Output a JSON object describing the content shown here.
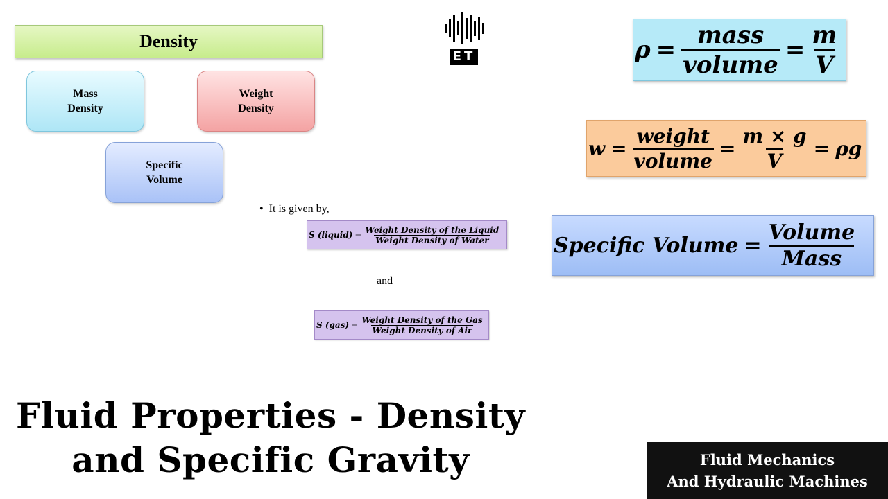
{
  "logo": {
    "text": "ET",
    "icon": "waveform-icon"
  },
  "diagram": {
    "header": "Density",
    "boxes": {
      "mass": "Mass\nDensity",
      "weight": "Weight\nDensity",
      "specific": "Specific\nVolume"
    }
  },
  "formulas": {
    "mass_density": {
      "lhs": "ρ",
      "op": "=",
      "num1": "mass",
      "den1": "volume",
      "op2": "=",
      "num2": "m",
      "den2": "V"
    },
    "weight_density": {
      "lhs": "w",
      "op": "=",
      "num1": "weight",
      "den1": "volume",
      "op2": "=",
      "num2": "m × g",
      "den2": "V",
      "op3": "=",
      "rhs": "ρg"
    },
    "specific_volume": {
      "lhs": "Specific Volume",
      "op": "=",
      "num": "Volume",
      "den": "Mass"
    }
  },
  "specific_gravity": {
    "intro": "It is given by,",
    "liquid": {
      "lhs": "S (liquid)",
      "op": "=",
      "num": "Weight Density of the Liquid",
      "den": "Weight Density of Water"
    },
    "joiner": "and",
    "gas": {
      "lhs": "S (gas)",
      "op": "=",
      "num": "Weight Density of the Gas",
      "den": "Weight Density of Air"
    }
  },
  "title": {
    "line1": "Fluid Properties - Density",
    "line2": "and Specific Gravity"
  },
  "series": {
    "line1": "Fluid Mechanics",
    "line2": "And Hydraulic Machines"
  },
  "colors": {
    "header_green": "#c7ec8c",
    "mass_cyan": "#aee6f6",
    "weight_red": "#f4a3a3",
    "specific_blue": "#a9c2f7",
    "formula_orange": "#fbcb9c",
    "sg_purple": "#d5c3ee",
    "series_bg": "#111111"
  }
}
